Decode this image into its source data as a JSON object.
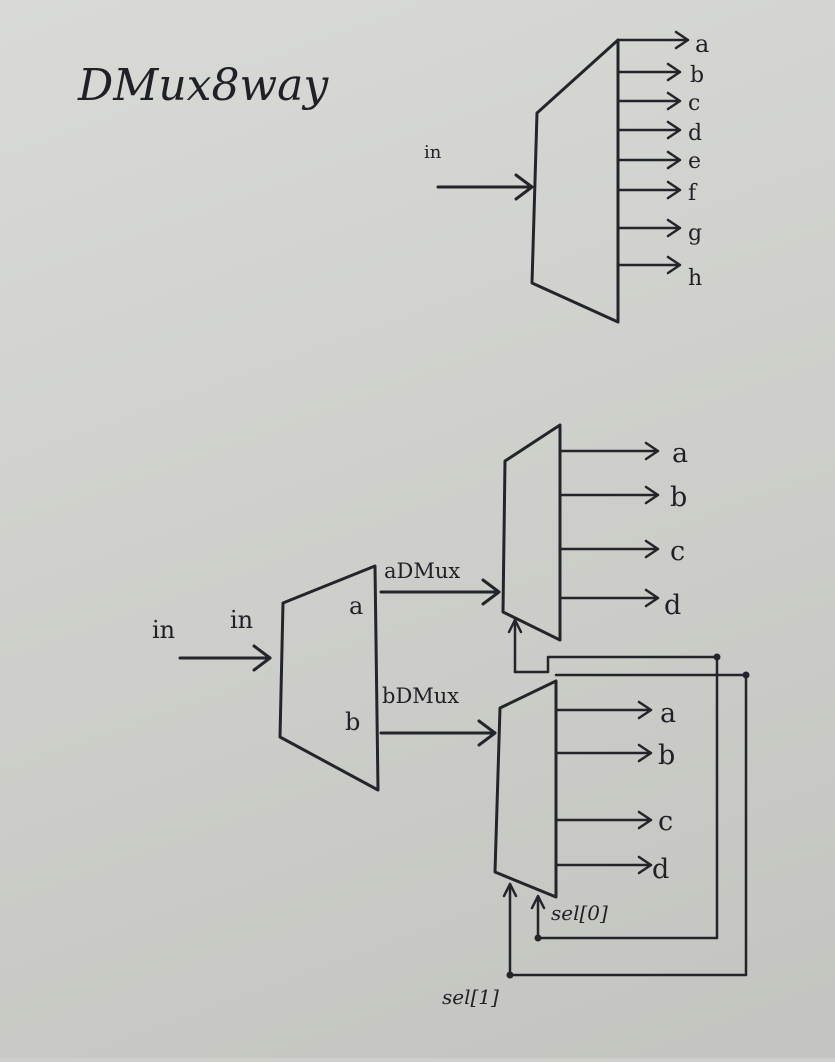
{
  "title": "DMux8way",
  "top_diagram": {
    "input_label": "in",
    "outputs": [
      "a",
      "b",
      "c",
      "d",
      "e",
      "f",
      "g",
      "h"
    ]
  },
  "bottom_diagram": {
    "input_outer_label": "in",
    "input_inner_label": "in",
    "first_dmux_outputs": [
      "a",
      "b"
    ],
    "upper_dmux_label": "aDMux",
    "lower_dmux_label": "bDMux",
    "upper_outputs": [
      "a",
      "b",
      "c",
      "d"
    ],
    "lower_outputs": [
      "a",
      "b",
      "c",
      "d"
    ],
    "sel0_label": "sel[0]",
    "sel1_label": "sel[1]"
  },
  "colors": {
    "ink": "#23252b",
    "paper": "#d2d3cf"
  }
}
